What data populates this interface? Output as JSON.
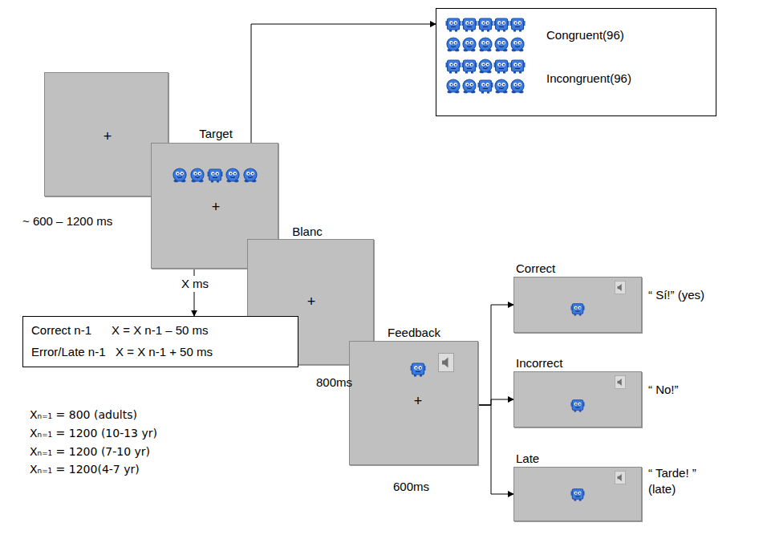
{
  "diagram": {
    "nodes": [
      {
        "text": [
          "+"
        ]
      },
      {
        "text": [
          "Target",
          "+"
        ]
      },
      {
        "text": [
          "Congruent(96)",
          "Incongruent(96)"
        ]
      },
      {
        "text": [
          "Blanc",
          "+"
        ]
      },
      {
        "text": [
          "Correct n-1      X = X n-1 – 50 ms",
          "Error/Late n-1   X = X n-1 + 50 ms"
        ]
      },
      {
        "text": [
          "Feedback",
          "+"
        ]
      },
      {
        "text": [
          "Correct"
        ]
      },
      {
        "text": [
          "Incorrect"
        ]
      },
      {
        "text": [
          "Late"
        ]
      }
    ],
    "edges": [
      {
        "from": 1,
        "to": 2,
        "arrow": "to"
      },
      {
        "from": 1,
        "to": 4,
        "arrow": "to"
      },
      {
        "from": 5,
        "to": 6,
        "arrow": "to"
      },
      {
        "from": 5,
        "to": 7,
        "arrow": "to"
      },
      {
        "from": 5,
        "to": 8,
        "arrow": "to"
      }
    ],
    "labels": [
      "~ 600 – 1200 ms",
      "X ms",
      "800ms",
      "600ms",
      "“ Sí!” (yes)",
      "“ No!”",
      "“ Tarde! ” (late)",
      "Xₙ₌₁ = 800 (adults)",
      "Xₙ₌₁ = 1200 (10-13 yr)",
      "Xₙ₌₁ = 1200 (7-10 yr)",
      "Xₙ₌₁ = 1200(4-7 yr)"
    ]
  }
}
